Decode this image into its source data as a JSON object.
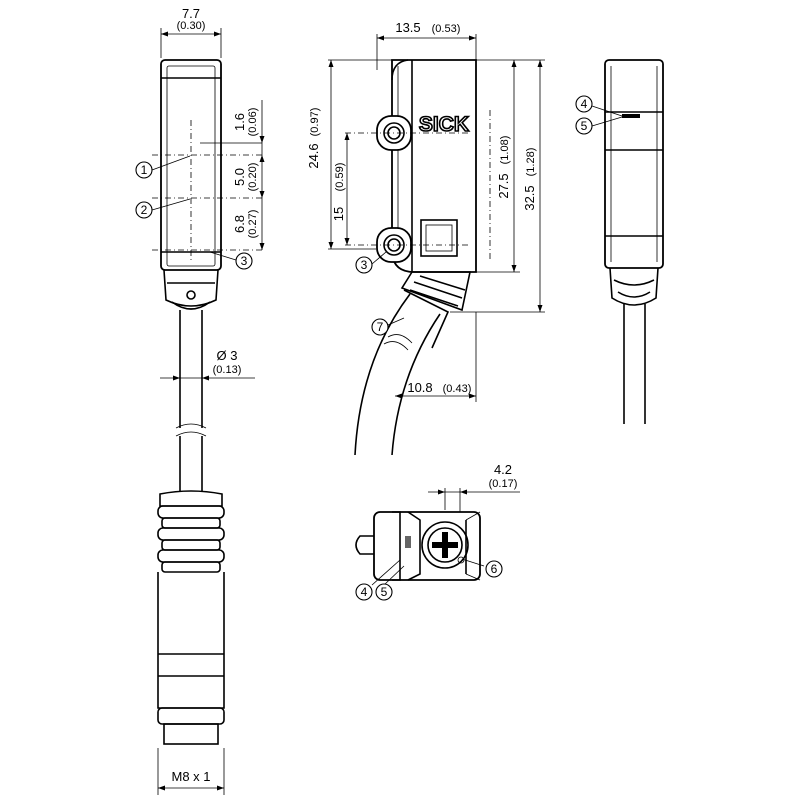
{
  "dimensions": {
    "width_top": "7.7",
    "width_top_in": "(0.30)",
    "depth_top": "13.5",
    "depth_top_in": "(0.53)",
    "d_1_6": "1.6",
    "d_1_6_in": "(0.06)",
    "d_5_0": "5.0",
    "d_5_0_in": "(0.20)",
    "d_6_8": "6.8",
    "d_6_8_in": "(0.27)",
    "d_24_6": "24.6",
    "d_24_6_in": "(0.97)",
    "d_15": "15",
    "d_15_in": "(0.59)",
    "d_27_5": "27.5",
    "d_27_5_in": "(1.08)",
    "d_32_5": "32.5",
    "d_32_5_in": "(1.28)",
    "cable_dia": "Ø 3",
    "cable_dia_in": "(0.13)",
    "d_10_8": "10.8",
    "d_10_8_in": "(0.43)",
    "d_4_2": "4.2",
    "d_4_2_in": "(0.17)",
    "connector": "M8 x 1"
  },
  "brand": "SICK",
  "callouts": {
    "c1": "1",
    "c2": "2",
    "c3": "3",
    "c3b": "3",
    "c4": "4",
    "c5": "5",
    "c4b": "4",
    "c5b": "5",
    "c6": "6",
    "c7": "7"
  },
  "colors": {
    "line": "#000000",
    "background": "#ffffff"
  }
}
